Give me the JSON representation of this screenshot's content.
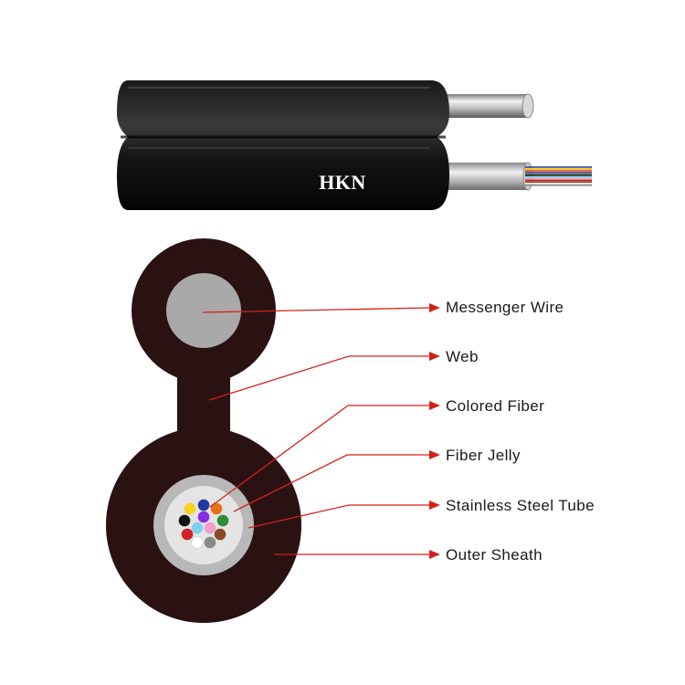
{
  "brand": "HKN",
  "colors": {
    "sheath": "#2a1212",
    "leader_line": "#d4201b",
    "messenger_wire": "#a9a9a9",
    "steel_tube": "#b8b8b8",
    "fiber_jelly": "#e4e4e4"
  },
  "fiber_colors": [
    "#1f3aa0",
    "#f7d21b",
    "#e8701c",
    "#8a2be2",
    "#2e8b3a",
    "#111111",
    "#7fd0f0",
    "#f0a0c8",
    "#d41f26",
    "#8b4a24",
    "#ffffff",
    "#8a8a8a"
  ],
  "callouts": [
    {
      "id": "messenger-wire",
      "label": "Messenger Wire"
    },
    {
      "id": "web",
      "label": "Web"
    },
    {
      "id": "colored-fiber",
      "label": "Colored Fiber"
    },
    {
      "id": "fiber-jelly",
      "label": "Fiber Jelly"
    },
    {
      "id": "stainless-steel-tube",
      "label": "Stainless Steel Tube"
    },
    {
      "id": "outer-sheath",
      "label": "Outer Sheath"
    }
  ]
}
